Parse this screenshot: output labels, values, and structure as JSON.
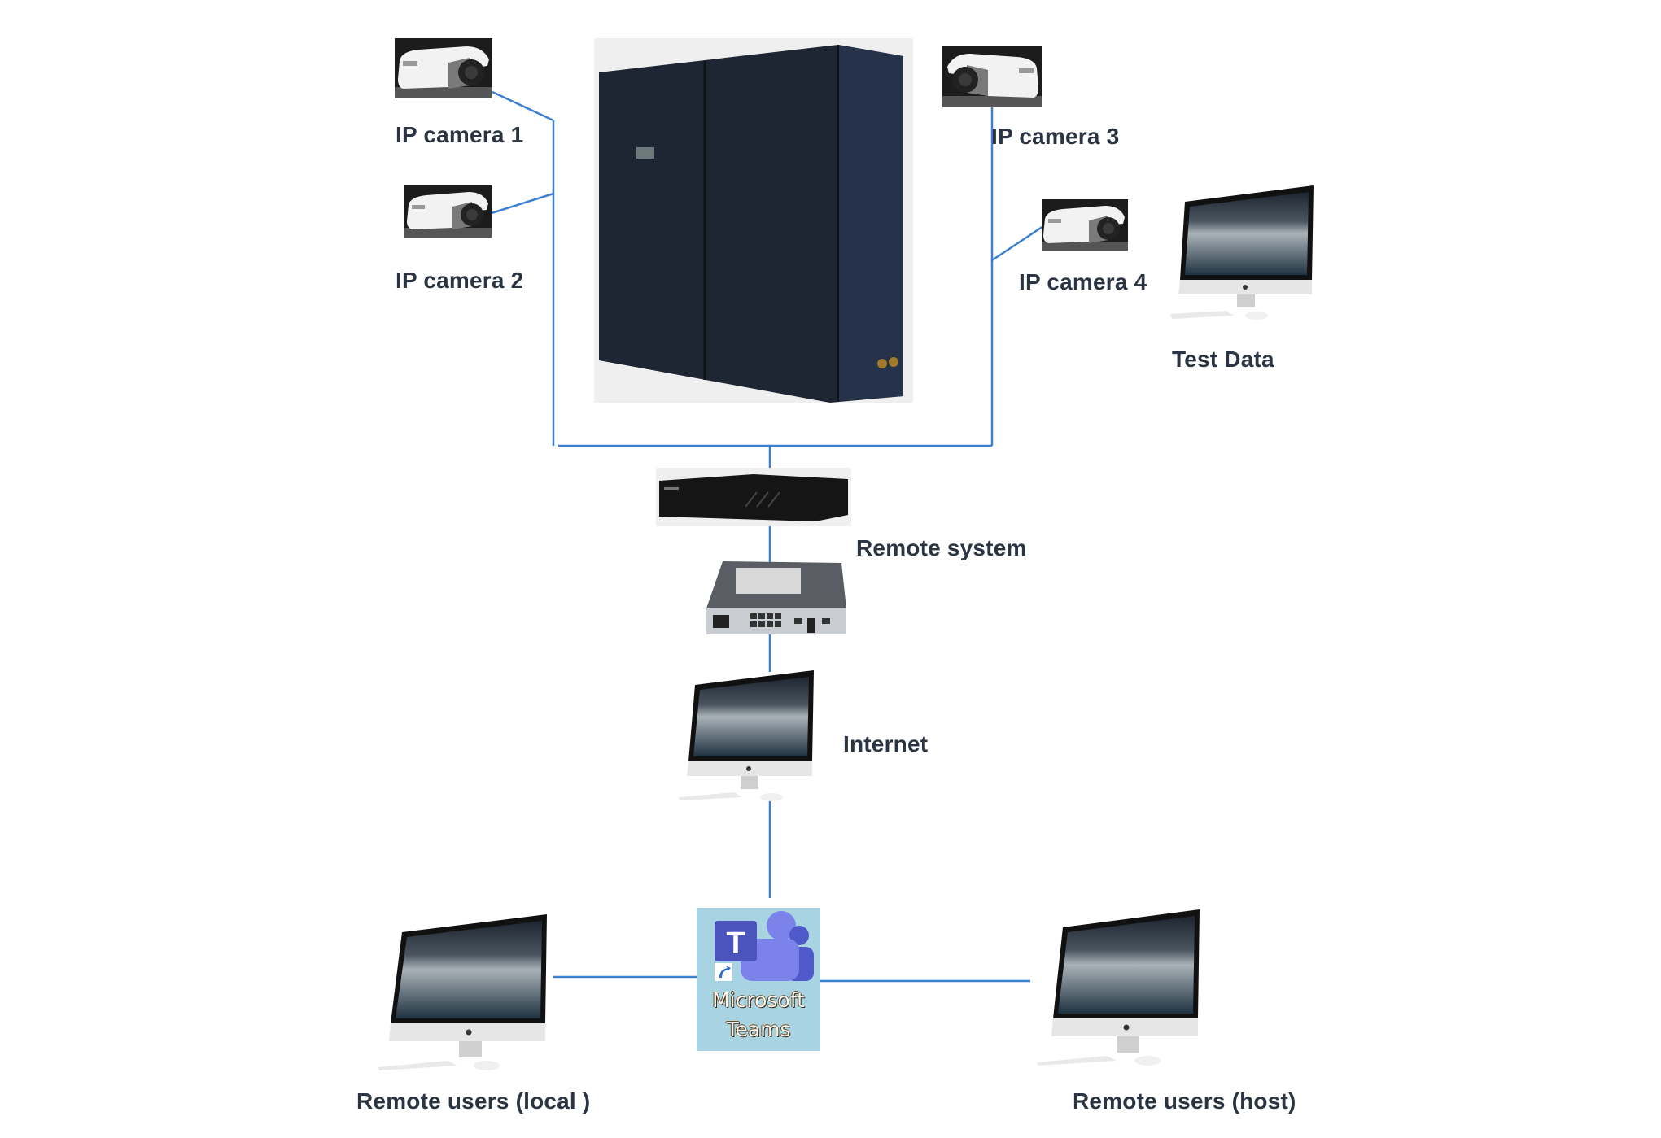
{
  "diagram": {
    "type": "network-topology",
    "link_color": "#3d7fd1",
    "label_color": "#2b3442",
    "nodes": {
      "camera1": {
        "label": "IP camera 1",
        "icon": "ip-camera"
      },
      "camera2": {
        "label": "IP camera 2",
        "icon": "ip-camera"
      },
      "camera3": {
        "label": "IP camera 3",
        "icon": "ip-camera"
      },
      "camera4": {
        "label": "IP camera 4",
        "icon": "ip-camera"
      },
      "cabinet": {
        "label": "",
        "icon": "air-conditioning-cabinet"
      },
      "test_data": {
        "label": "Test Data",
        "icon": "desktop-computer"
      },
      "remote_system": {
        "label": "Remote system",
        "icon": "network-video-recorder"
      },
      "switch": {
        "label": "",
        "icon": "network-switch"
      },
      "internet": {
        "label": "Internet",
        "icon": "desktop-computer"
      },
      "teams": {
        "label_line1": "Microsoft",
        "label_line2": "Teams",
        "icon": "microsoft-teams"
      },
      "remote_local": {
        "label": "Remote users (local )",
        "icon": "desktop-computer"
      },
      "remote_host": {
        "label": "Remote users (host)",
        "icon": "desktop-computer"
      }
    },
    "edges": [
      [
        "camera1",
        "bus-left"
      ],
      [
        "camera2",
        "bus-left"
      ],
      [
        "camera3",
        "bus-right"
      ],
      [
        "camera4",
        "bus-right"
      ],
      [
        "bus-left",
        "bus-right"
      ],
      [
        "bus",
        "remote_system"
      ],
      [
        "remote_system",
        "switch"
      ],
      [
        "switch",
        "internet"
      ],
      [
        "internet",
        "teams"
      ],
      [
        "teams",
        "remote_local"
      ],
      [
        "teams",
        "remote_host"
      ]
    ]
  }
}
